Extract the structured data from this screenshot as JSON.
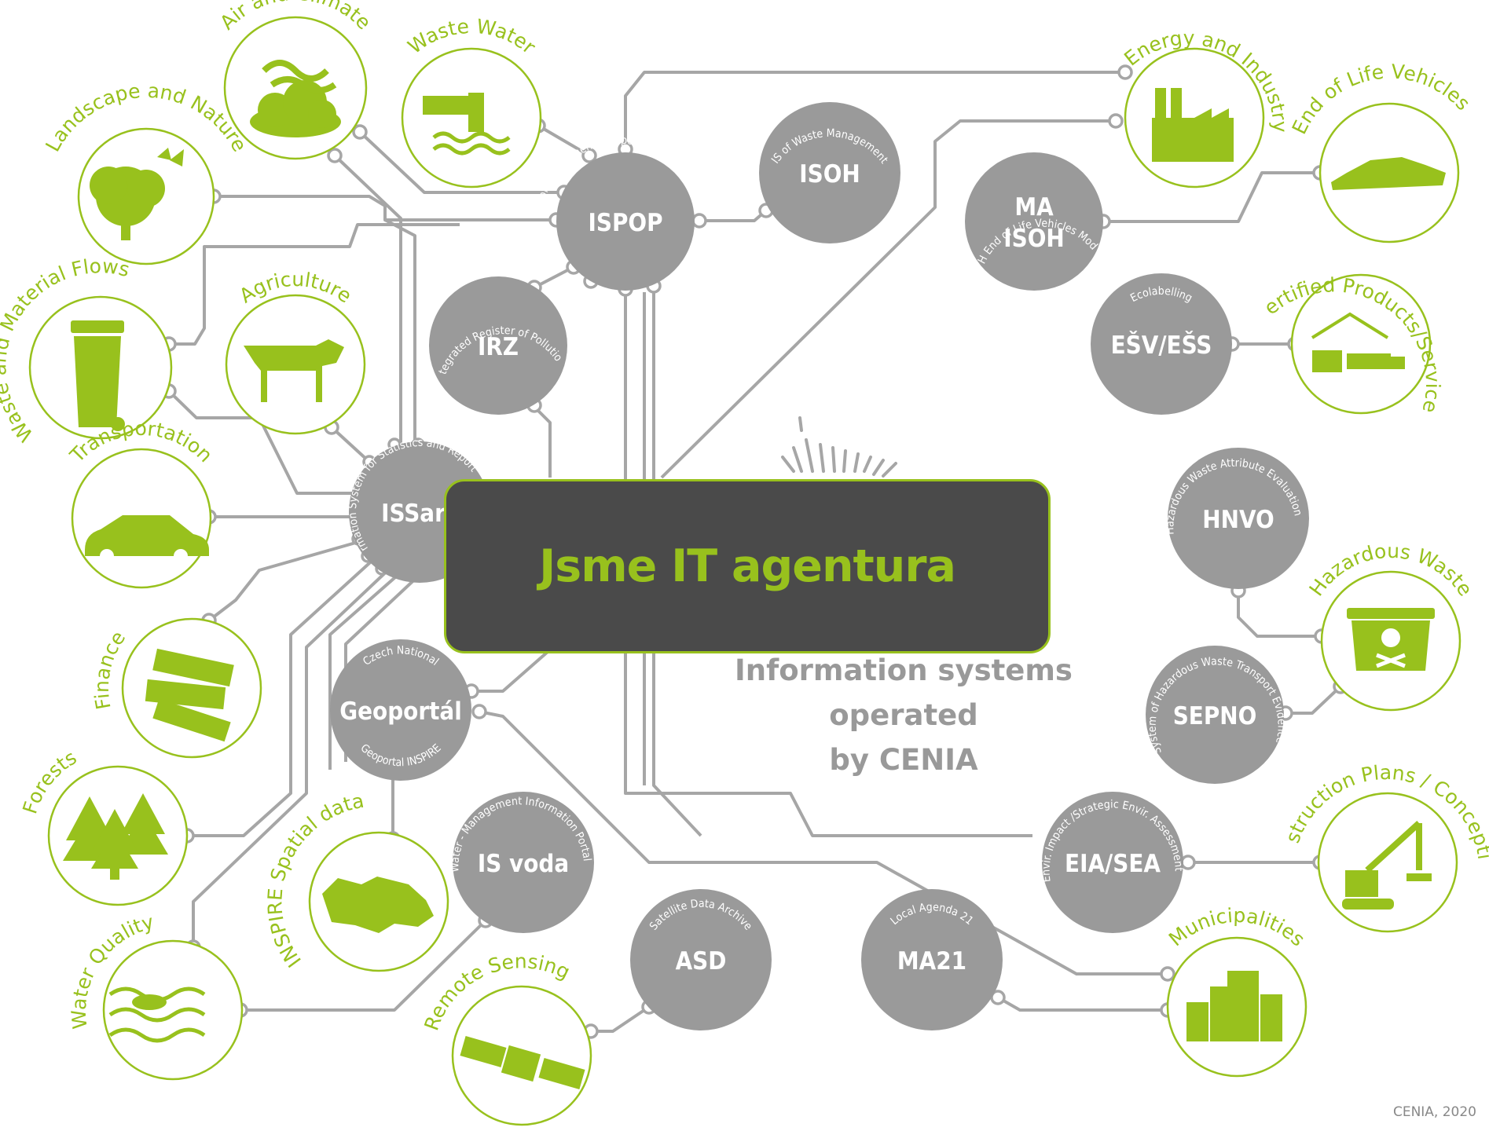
{
  "colors": {
    "green": "#98c11d",
    "gray_node": "#9a9a9a",
    "line": "#a6a6a6",
    "banner_bg": "#4a4a4a"
  },
  "banner": {
    "title": "Jsme IT agentura"
  },
  "center_caption": [
    "Information systems",
    "operated",
    "by CENIA"
  ],
  "credit": "CENIA, 2020",
  "domains": [
    {
      "id": "air",
      "label": "Air and Climate",
      "icon": "cloud-icon"
    },
    {
      "id": "wastewater",
      "label": "Waste Water",
      "icon": "pipe-icon"
    },
    {
      "id": "landscape",
      "label": "Landscape and Nature",
      "icon": "tree-icon"
    },
    {
      "id": "wasteflows",
      "label": "Waste and Material Flows",
      "icon": "bin-icon"
    },
    {
      "id": "agriculture",
      "label": "Agriculture",
      "icon": "cow-icon"
    },
    {
      "id": "transportation",
      "label": "Transportation",
      "icon": "car-icon"
    },
    {
      "id": "finance",
      "label": "Finance",
      "icon": "money-icon"
    },
    {
      "id": "forests",
      "label": "Forests",
      "icon": "forest-icon"
    },
    {
      "id": "waterquality",
      "label": "Water Quality",
      "icon": "fish-icon"
    },
    {
      "id": "inspire",
      "label": "INSPIRE Spatial data",
      "icon": "map-icon"
    },
    {
      "id": "remote",
      "label": "Remote Sensing",
      "icon": "satellite-icon"
    },
    {
      "id": "municipalities",
      "label": "Municipalities",
      "icon": "buildings-icon"
    },
    {
      "id": "construction",
      "label": "Construction Plans / Conceptions",
      "icon": "crane-icon"
    },
    {
      "id": "hazardous",
      "label": "Hazardous Waste",
      "icon": "skull-bin-icon"
    },
    {
      "id": "certified",
      "label": "Certified Products/Services",
      "icon": "truck-icon"
    },
    {
      "id": "elv",
      "label": "End of Life Vehicles",
      "icon": "wrecked-car-icon"
    },
    {
      "id": "energy",
      "label": "Energy and Industry",
      "icon": "factory-icon"
    }
  ],
  "systems": [
    {
      "id": "ispop",
      "label": "ISPOP",
      "sub": "IS of Environmental Reporting Obligation"
    },
    {
      "id": "isoh",
      "label": "ISOH",
      "sub": "IS of Waste Management"
    },
    {
      "id": "irz",
      "label": "IRZ",
      "sub": "Integrated Register of Pollution"
    },
    {
      "id": "maisoh",
      "label": "MA|ISOH",
      "sub": "ISOH End of Life Vehicles Module"
    },
    {
      "id": "esv",
      "label": "EŠV/EŠS",
      "sub": "Ecolabelling"
    },
    {
      "id": "hnvo",
      "label": "HNVO",
      "sub": "Hazardous Waste Attribute Evaluation"
    },
    {
      "id": "sepno",
      "label": "SEPNO",
      "sub": "System of Hazardous Waste Transport Evidence"
    },
    {
      "id": "eia",
      "label": "EIA/SEA",
      "sub": "Envir. Impact /Strategic Envir. Assessment"
    },
    {
      "id": "ma21",
      "label": "MA21",
      "sub": "Local Agenda 21"
    },
    {
      "id": "asd",
      "label": "ASD",
      "sub": "Satellite Data Archive"
    },
    {
      "id": "isvoda",
      "label": "IS voda",
      "sub": "Water - Management Information Portal"
    },
    {
      "id": "geoportal",
      "label": "Geoportál",
      "sub": "Czech National",
      "sub2": "Geoportal INSPIRE"
    },
    {
      "id": "issar",
      "label": "ISSar",
      "sub": "Information System for Statistics and Reporting"
    }
  ]
}
